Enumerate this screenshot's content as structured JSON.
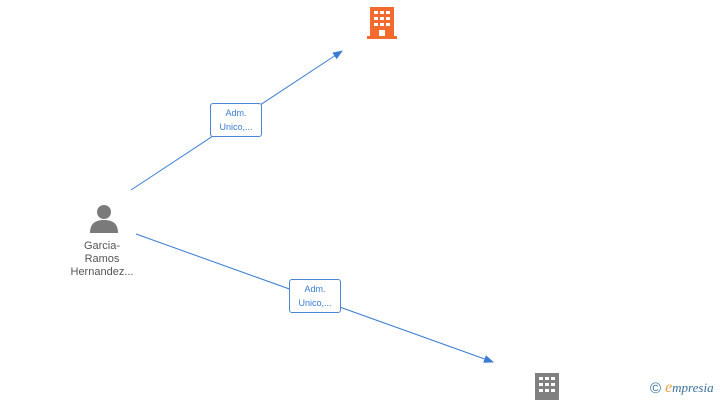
{
  "nodes": {
    "person": {
      "name_lines": [
        "Garcia-",
        "Ramos",
        "Hernandez..."
      ],
      "icon": "person-icon",
      "color": "#7a7a7a"
    },
    "company_top": {
      "icon": "building-icon",
      "color": "#f26a2e"
    },
    "company_bottom": {
      "icon": "building-icon",
      "color": "#808080"
    }
  },
  "edges": [
    {
      "from": "person",
      "to": "company_top",
      "label_lines": [
        "Adm.",
        "Unico,..."
      ]
    },
    {
      "from": "person",
      "to": "company_bottom",
      "label_lines": [
        "Adm.",
        "Unico,..."
      ]
    }
  ],
  "colors": {
    "edge": "#3a7bd5"
  },
  "watermark": {
    "symbol": "©",
    "initial": "e",
    "text": "mpresia"
  }
}
